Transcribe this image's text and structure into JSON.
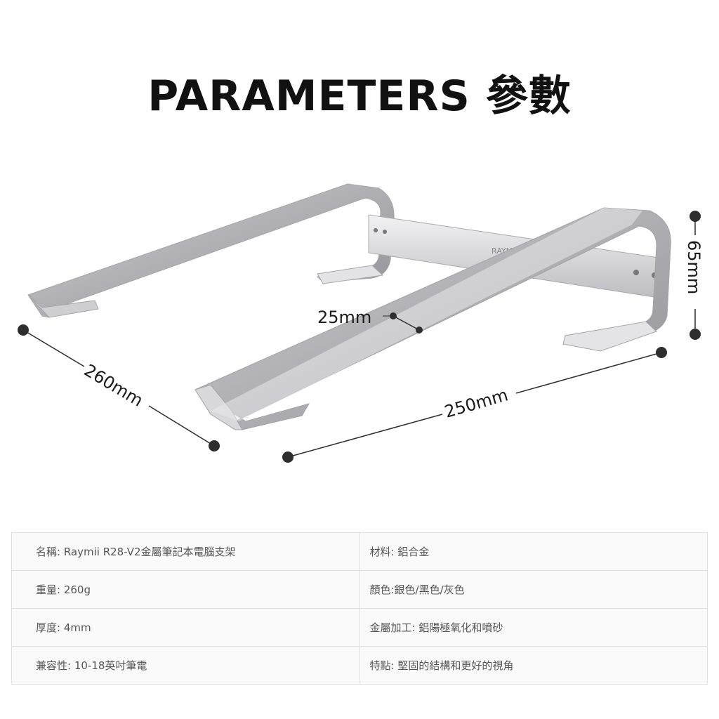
{
  "title": "PARAMETERS 參數",
  "dimensions": {
    "thickness": "25mm",
    "length": "260mm",
    "width": "250mm",
    "height": "65mm"
  },
  "brand_mark": "RAYMII",
  "specs": [
    [
      "名稱: Raymii R28-V2金屬筆記本電腦支架",
      "材料: 鋁合金"
    ],
    [
      "重量: 260g",
      "顏色:銀色/黑色/灰色"
    ],
    [
      "厚度: 4mm",
      "金屬加工: 鋁陽極氧化和噴砂"
    ],
    [
      "兼容性: 10-18英吋筆電",
      "特點: 堅固的結構和更好的視角"
    ]
  ],
  "colors": {
    "metal_light": "#e6e6e8",
    "metal_mid": "#c9c9cc",
    "metal_dark": "#8d8d92",
    "dimension_dot": "#2e2e2e"
  },
  "icons": [
    "laptop-stand-illustration"
  ]
}
